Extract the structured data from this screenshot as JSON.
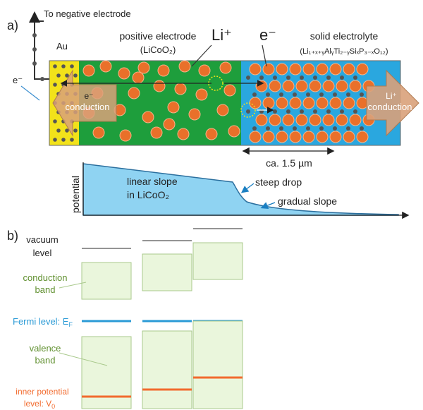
{
  "panel_a": {
    "label": "a)",
    "to_negative": "To negative electrode",
    "au": "Au",
    "electron_left": "e⁻",
    "e_conduction_sup": "e⁻",
    "e_conduction_word": "conduction",
    "pos_electrode_line1": "positive electrode",
    "pos_electrode_line2": "(LiCoO₂)",
    "li_ion": "Li⁺",
    "electron_top": "e⁻",
    "solid_electrolyte_line1": "solid electrolyte",
    "solid_electrolyte_formula": "(Li₁₊ₓ₊ᵧAlᵧTi₂₋ᵧSiₓP₃₋ₓO₁₂)",
    "li_conduction_sup": "Li⁺",
    "li_conduction_word": "conduction",
    "scale": "ca. 1.5 µm",
    "potential_axis": "potential",
    "linear_slope_line1": "linear slope",
    "linear_slope_line2": "in LiCoO₂",
    "steep_drop": "steep drop",
    "gradual_slope": "gradual slope",
    "colors": {
      "gold": "#f2e21a",
      "electrode": "#1e9e3c",
      "electrolyte": "#2aa7df",
      "particle": "#e9702a",
      "arrow": "#d9a17a",
      "potential_fill": "#8fd3f2"
    }
  },
  "panel_b": {
    "label": "b)",
    "vacuum_line1": "vacuum",
    "vacuum_line2": "level",
    "conduction_line1": "conduction",
    "conduction_line2": "band",
    "fermi": "Fermi level: E",
    "fermi_sub": "F",
    "valence_line1": "valence",
    "valence_line2": "band",
    "inner_line1": "inner potential",
    "inner_line2": "level: V",
    "inner_sub": "0",
    "colors": {
      "band_fill": "#eaf6dc",
      "band_stroke": "#a9c98c",
      "fermi": "#2a9ad6",
      "inner": "#f26b2e",
      "label_green": "#5f8f2e"
    }
  }
}
